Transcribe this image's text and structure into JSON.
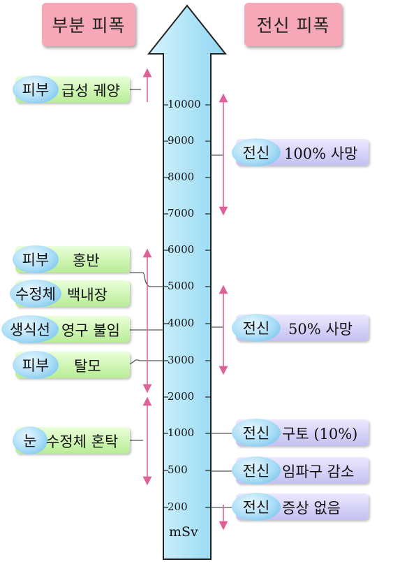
{
  "headers": {
    "local": "부분 피폭",
    "whole": "전신 피폭"
  },
  "axis": {
    "ticks": [
      "10000",
      "9000",
      "8000",
      "7000",
      "6000",
      "5000",
      "4000",
      "3000",
      "2000",
      "1000",
      "500",
      "200"
    ],
    "unit": "mSv"
  },
  "local_effects": [
    {
      "organ": "피부",
      "effect": "급성 궤양"
    },
    {
      "organ": "피부",
      "effect": "홍반"
    },
    {
      "organ": "수정체",
      "effect": "백내장"
    },
    {
      "organ": "생식선",
      "effect": "영구 불임"
    },
    {
      "organ": "피부",
      "effect": "탈모"
    },
    {
      "organ": "눈",
      "effect": "수정체 혼탁"
    }
  ],
  "whole_effects": [
    {
      "organ": "전신",
      "effect": "100% 사망"
    },
    {
      "organ": "전신",
      "effect": "50% 사망"
    },
    {
      "organ": "전신",
      "effect": "구토 (10%)"
    },
    {
      "organ": "전신",
      "effect": "임파구 감소"
    },
    {
      "organ": "전신",
      "effect": "증상 없음"
    }
  ],
  "colors": {
    "arrow_fill": "#a9e3f7",
    "range_arrow": "#e0609a",
    "header": "#f7a8b8"
  }
}
